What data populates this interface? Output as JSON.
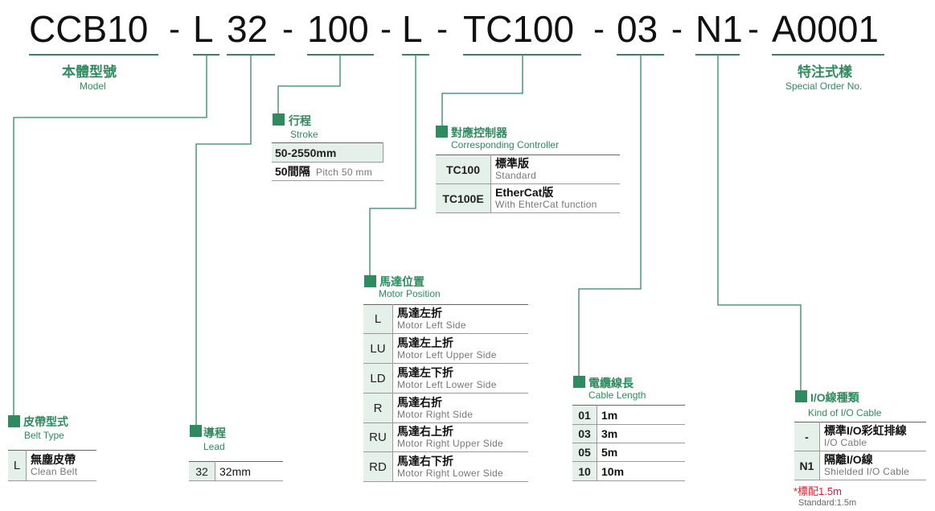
{
  "code": {
    "parts": [
      "CCB10",
      "L",
      "32",
      "100",
      "L",
      "TC100",
      "03",
      "N1",
      "A0001"
    ],
    "separator": "-"
  },
  "model": {
    "zh": "本體型號",
    "en": "Model"
  },
  "special": {
    "zh": "特注式樣",
    "en": "Special Order No."
  },
  "belt_type": {
    "title_zh": "皮帶型式",
    "title_en": "Belt Type",
    "rows": [
      {
        "key": "L",
        "zh": "無塵皮帶",
        "en": "Clean Belt"
      }
    ]
  },
  "lead": {
    "title_zh": "導程",
    "title_en": "Lead",
    "rows": [
      {
        "key": "32",
        "value": "32mm"
      }
    ]
  },
  "stroke": {
    "title_zh": "行程",
    "title_en": "Stroke",
    "range": "50-2550mm",
    "pitch_zh": "50間隔",
    "pitch_en": "Pitch 50 mm"
  },
  "motor": {
    "title_zh": "馬達位置",
    "title_en": "Motor Position",
    "rows": [
      {
        "key": "L",
        "zh": "馬達左折",
        "en": "Motor Left Side"
      },
      {
        "key": "LU",
        "zh": "馬達左上折",
        "en": "Motor Left Upper Side"
      },
      {
        "key": "LD",
        "zh": "馬達左下折",
        "en": "Motor Left Lower Side"
      },
      {
        "key": "R",
        "zh": "馬達右折",
        "en": "Motor Right Side"
      },
      {
        "key": "RU",
        "zh": "馬達右上折",
        "en": "Motor Right Upper Side"
      },
      {
        "key": "RD",
        "zh": "馬達右下折",
        "en": "Motor Right Lower Side"
      }
    ]
  },
  "controller": {
    "title_zh": "對應控制器",
    "title_en": "Corresponding Controller",
    "rows": [
      {
        "key": "TC100",
        "zh": "標準版",
        "en": "Standard"
      },
      {
        "key": "TC100E",
        "zh": "EtherCat版",
        "en": "With EhterCat function"
      }
    ]
  },
  "cable": {
    "title_zh": "電纜線長",
    "title_en": "Cable Length",
    "rows": [
      {
        "key": "01",
        "value": "1m"
      },
      {
        "key": "03",
        "value": "3m"
      },
      {
        "key": "05",
        "value": "5m"
      },
      {
        "key": "10",
        "value": "10m"
      }
    ]
  },
  "io": {
    "title_zh": "I/O線種類",
    "title_en": "Kind of I/O Cable",
    "rows": [
      {
        "key": "-",
        "zh": "標準I/O彩虹排線",
        "en": "I/O Cable"
      },
      {
        "key": "N1",
        "zh": "隔離I/O線",
        "en": "Shielded I/O Cable"
      }
    ],
    "note_red": "*標配1.5m",
    "note_gray": "Standard:1.5m"
  },
  "colors": {
    "accent": "#2f8a5e",
    "key_bg": "#e4f0e9",
    "note": "#e01b2f"
  }
}
